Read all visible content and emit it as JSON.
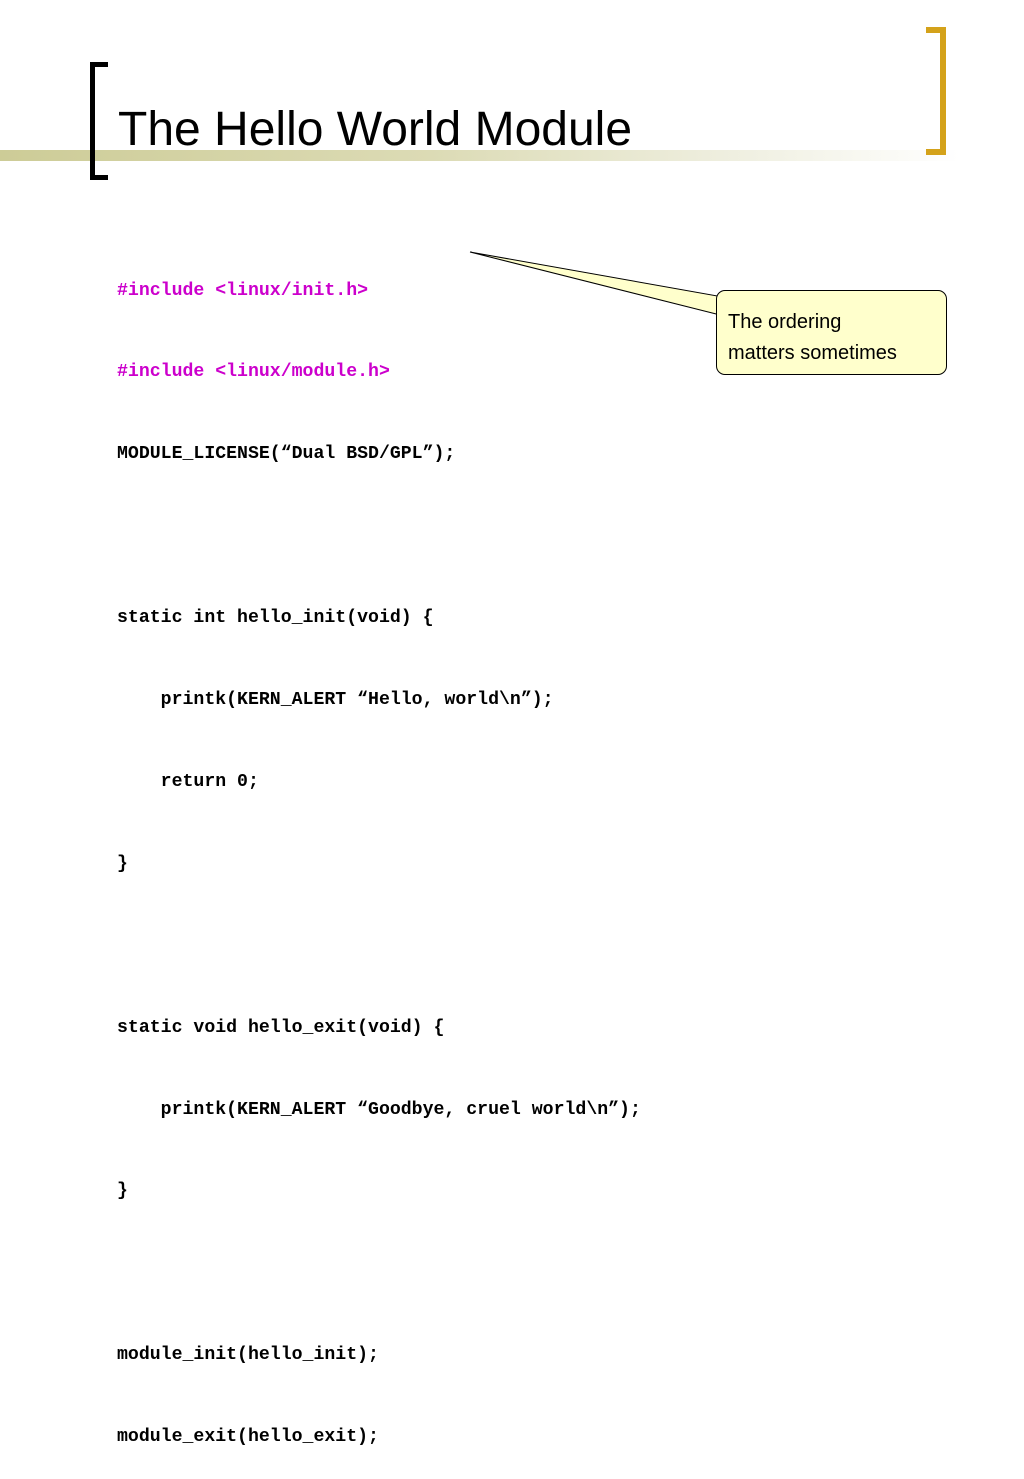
{
  "slide": {
    "title": "The Hello World Module"
  },
  "code": {
    "lines": [
      "#include <linux/init.h>",
      "#include <linux/module.h>",
      "MODULE_LICENSE(“Dual BSD/GPL”);",
      "",
      "static int hello_init(void) {",
      "    printk(KERN_ALERT “Hello, world\\n”);",
      "    return 0;",
      "}",
      "",
      "static void hello_exit(void) {",
      "    printk(KERN_ALERT “Goodbye, cruel world\\n”);",
      "}",
      "",
      "module_init(hello_init);",
      "module_exit(hello_exit);"
    ],
    "highlight_color": "#cc00cc"
  },
  "callout": {
    "line1": "The ordering",
    "line2": "matters sometimes"
  },
  "colors": {
    "accent_gold": "#d4a21a",
    "title_bar_olive": "#cdcc97",
    "callout_fill": "#ffffcc"
  }
}
